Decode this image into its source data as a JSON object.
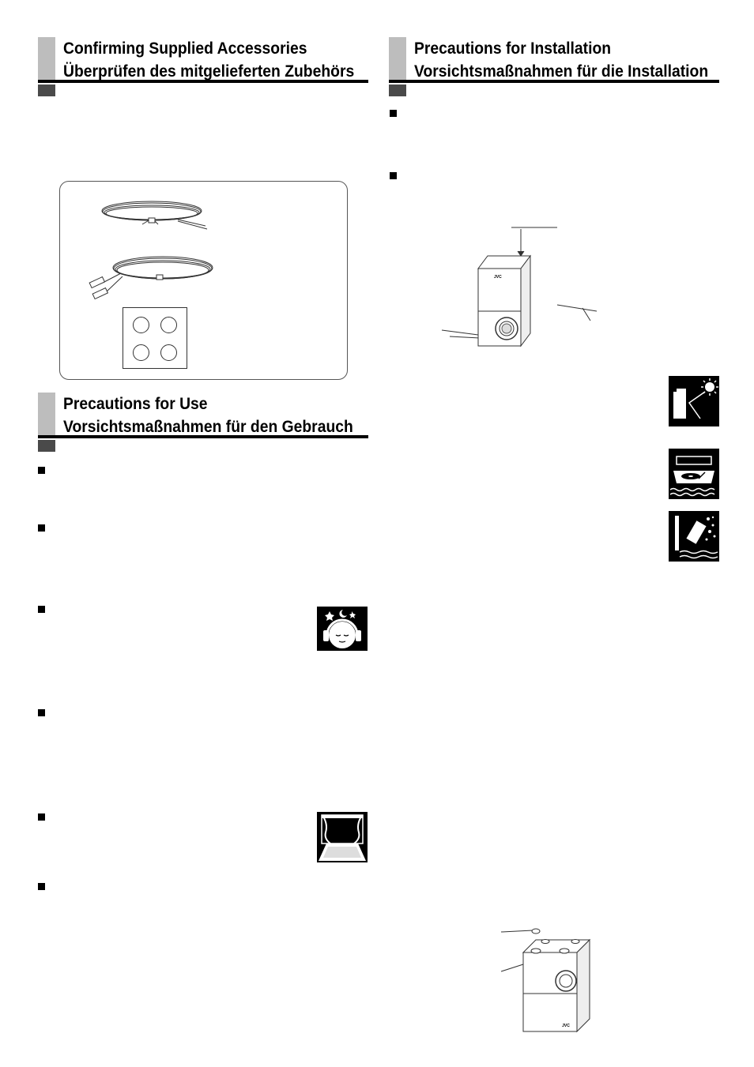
{
  "left_column": {
    "accessories": {
      "title_en": "Confirming Supplied Accessories",
      "title_de": "Überprüfen des mitgelieferten Zubehörs"
    },
    "use": {
      "title_en": "Precautions for Use",
      "title_de": "Vorsichtsmaßnahmen für den Gebrauch"
    }
  },
  "right_column": {
    "installation": {
      "title_en": "Precautions for Installation",
      "title_de": "Vorsichtsmaßnahmen für die Installation"
    }
  },
  "colors": {
    "heading_bar": "#bdbdbd",
    "language_tab": "#4a4a4a",
    "rule": "#000000"
  },
  "icons": [
    "speaker-cable-icon",
    "rca-cable-icon",
    "foot-pads-icon",
    "headphone-sleeper-icon",
    "open-window-icon",
    "sunlight-icon",
    "turntable-water-icon",
    "spilled-liquid-icon",
    "speaker-clearance-diagram",
    "speaker-feet-diagram"
  ]
}
